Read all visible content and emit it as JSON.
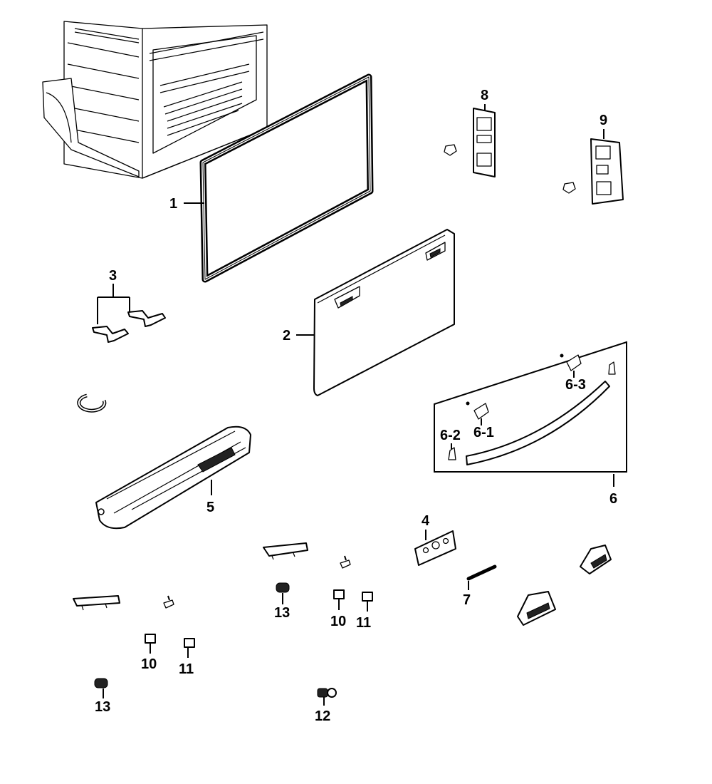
{
  "callouts": {
    "c1": "1",
    "c2": "2",
    "c3": "3",
    "c4": "4",
    "c5": "5",
    "c6": "6",
    "c6_1": "6-1",
    "c6_2": "6-2",
    "c6_3": "6-3",
    "c7": "7",
    "c8": "8",
    "c9": "9",
    "c10a": "10",
    "c10b": "10",
    "c11a": "11",
    "c11b": "11",
    "c12": "12",
    "c13a": "13",
    "c13b": "13"
  }
}
